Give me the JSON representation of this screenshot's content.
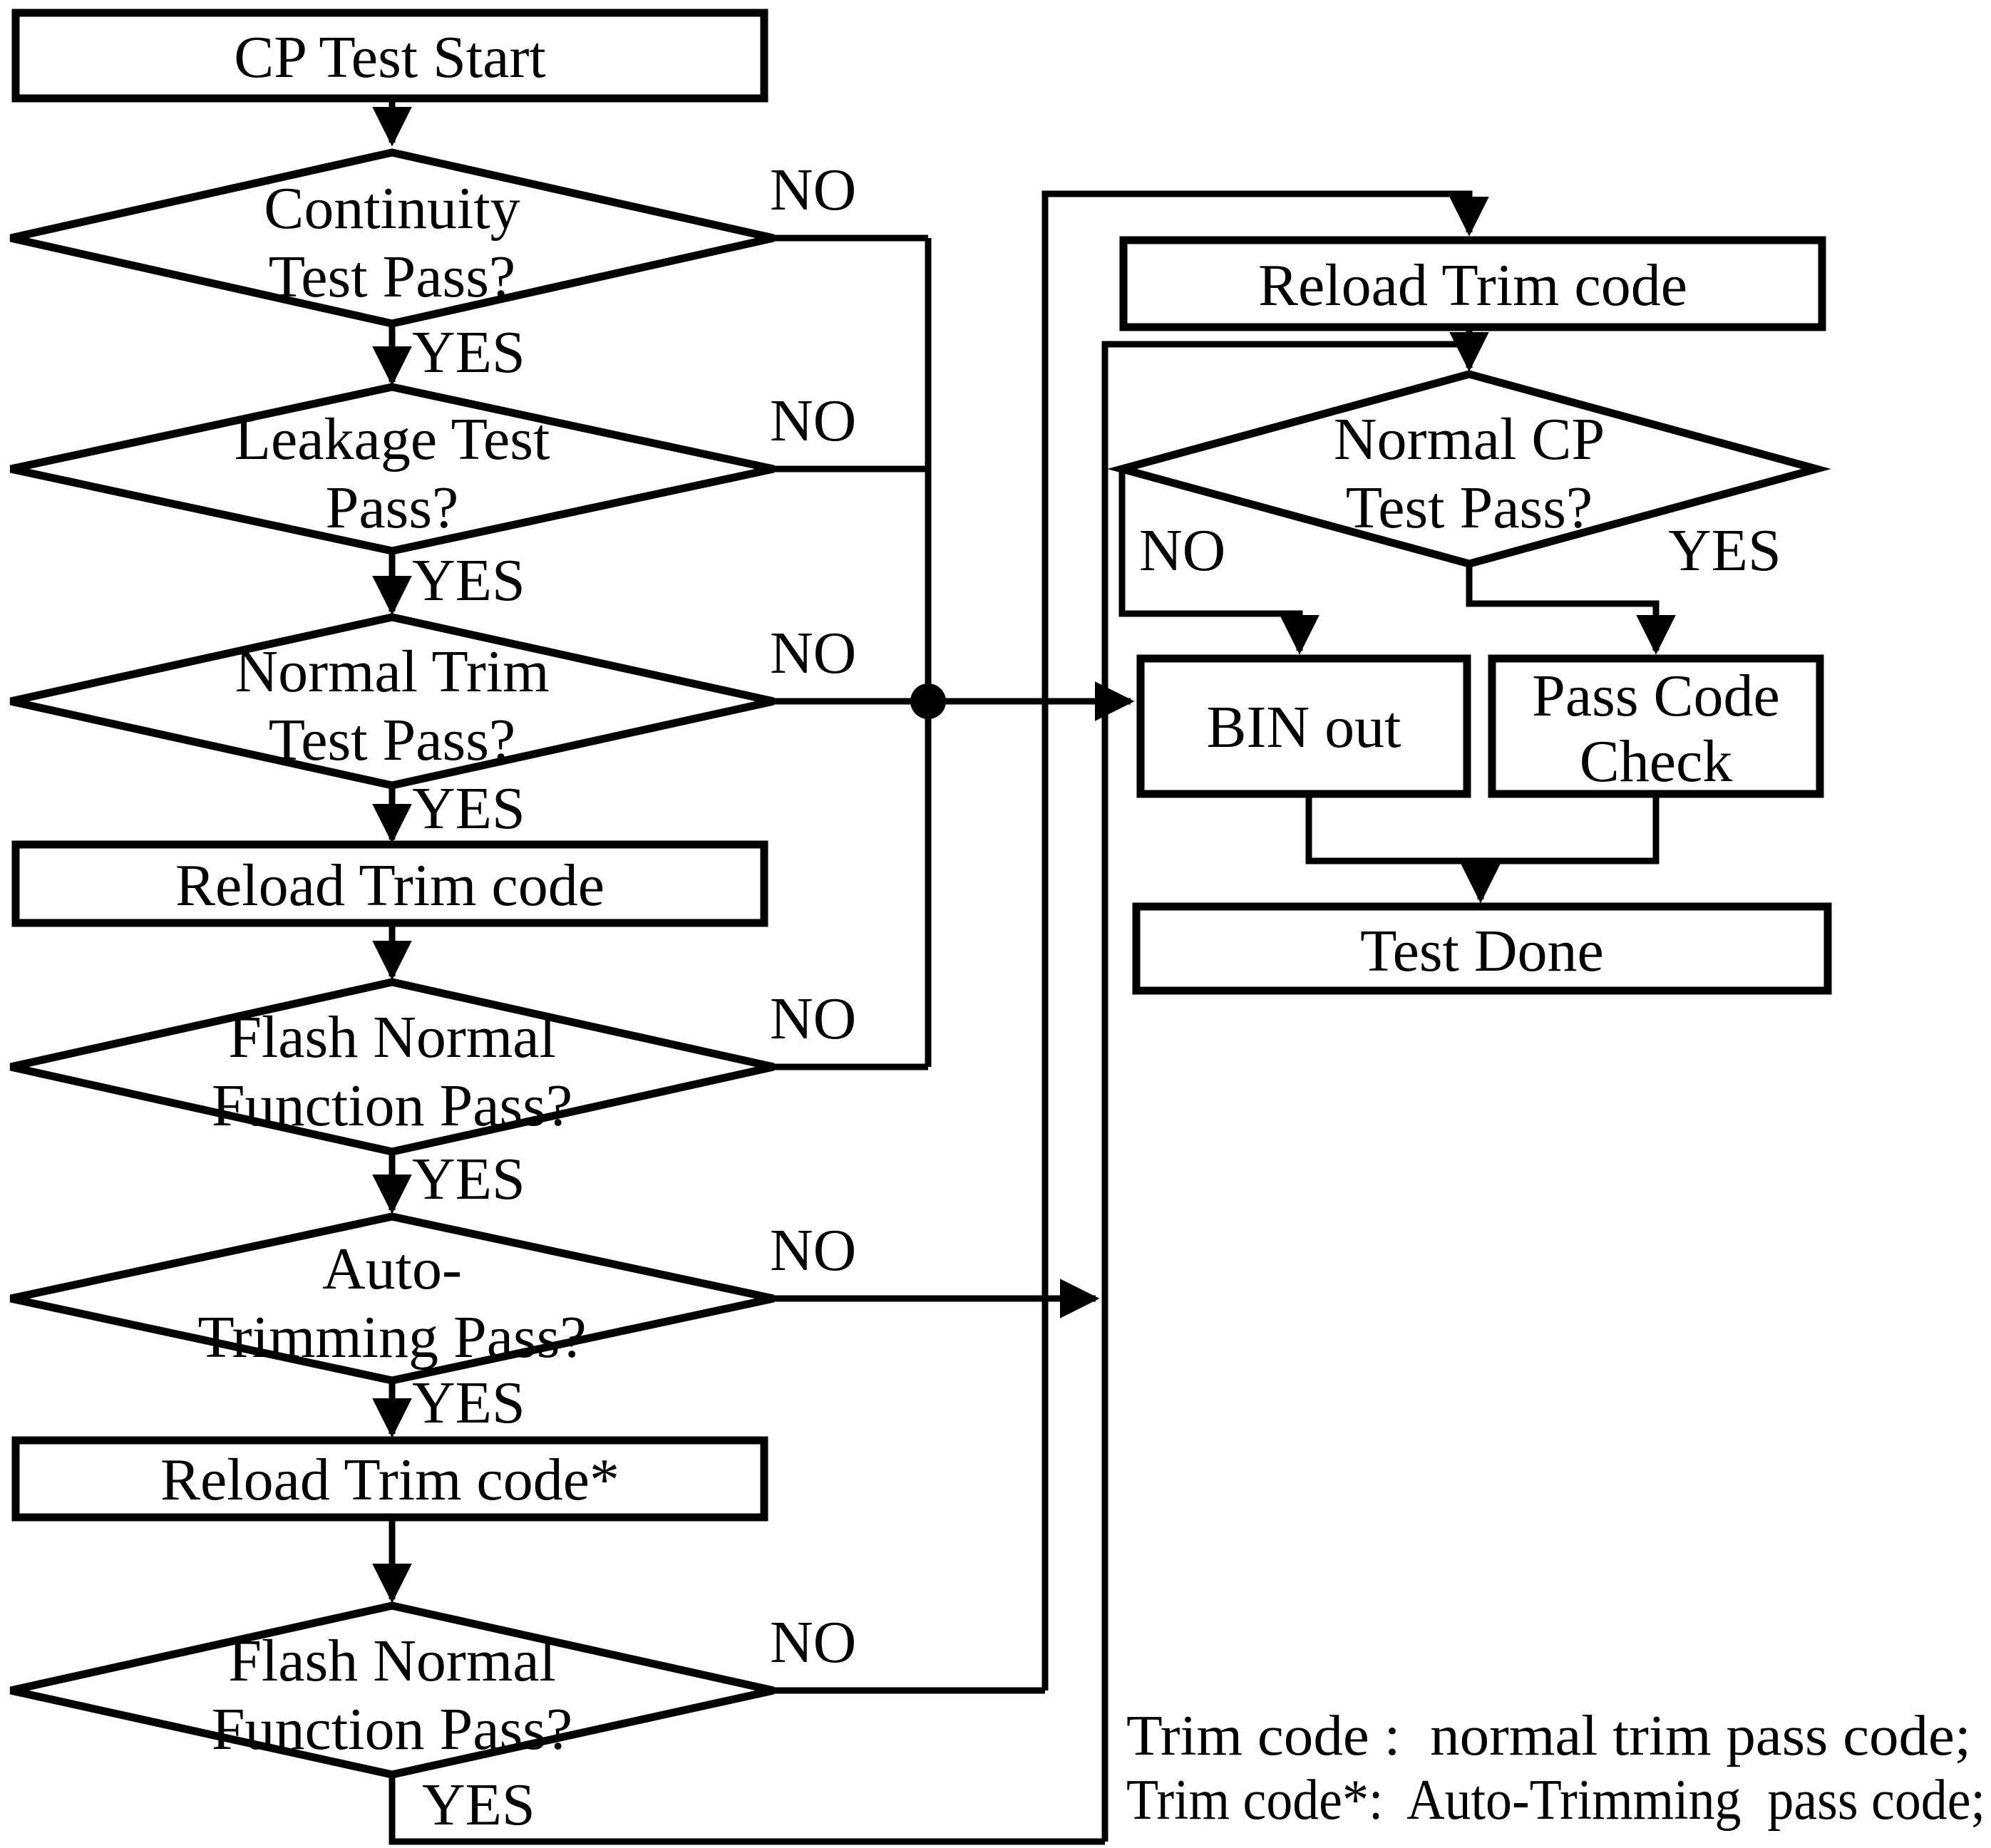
{
  "colors": {
    "ink": "#000000",
    "background": "#ffffff"
  },
  "nodes": {
    "start": {
      "label": "CP Test Start"
    },
    "d_continuity": {
      "line1": "Continuity",
      "line2": "Test Pass?",
      "no": "NO",
      "yes": "YES"
    },
    "d_leakage": {
      "line1": "Leakage Test",
      "line2": "Pass?",
      "no": "NO",
      "yes": "YES"
    },
    "d_normal_trim": {
      "line1": "Normal Trim",
      "line2": "Test Pass?",
      "no": "NO",
      "yes": "YES"
    },
    "reload_trim_1": {
      "label": "Reload Trim code"
    },
    "d_flash_normal_1": {
      "line1": "Flash Normal",
      "line2": "Function Pass?",
      "no": "NO",
      "yes": "YES"
    },
    "d_auto_trimming": {
      "line1": "Auto-",
      "line2": "Trimming Pass?",
      "no": "NO",
      "yes": "YES"
    },
    "reload_trim_star": {
      "label": "Reload Trim code*"
    },
    "d_flash_normal_2": {
      "line1": "Flash Normal",
      "line2": "Function Pass?",
      "no": "NO",
      "yes": "YES"
    },
    "reload_trim_right": {
      "label": "Reload Trim code"
    },
    "d_normal_cp": {
      "line1": "Normal CP",
      "line2": "Test Pass?",
      "no": "NO",
      "yes": "YES"
    },
    "bin_out": {
      "label": "BIN out"
    },
    "pass_code_check": {
      "line1": "Pass Code",
      "line2": "Check"
    },
    "test_done": {
      "label": "Test Done"
    }
  },
  "legend": {
    "line1": "Trim code :  normal trim pass code;",
    "line2": "Trim code*:  Auto-Trimming  pass code;"
  }
}
